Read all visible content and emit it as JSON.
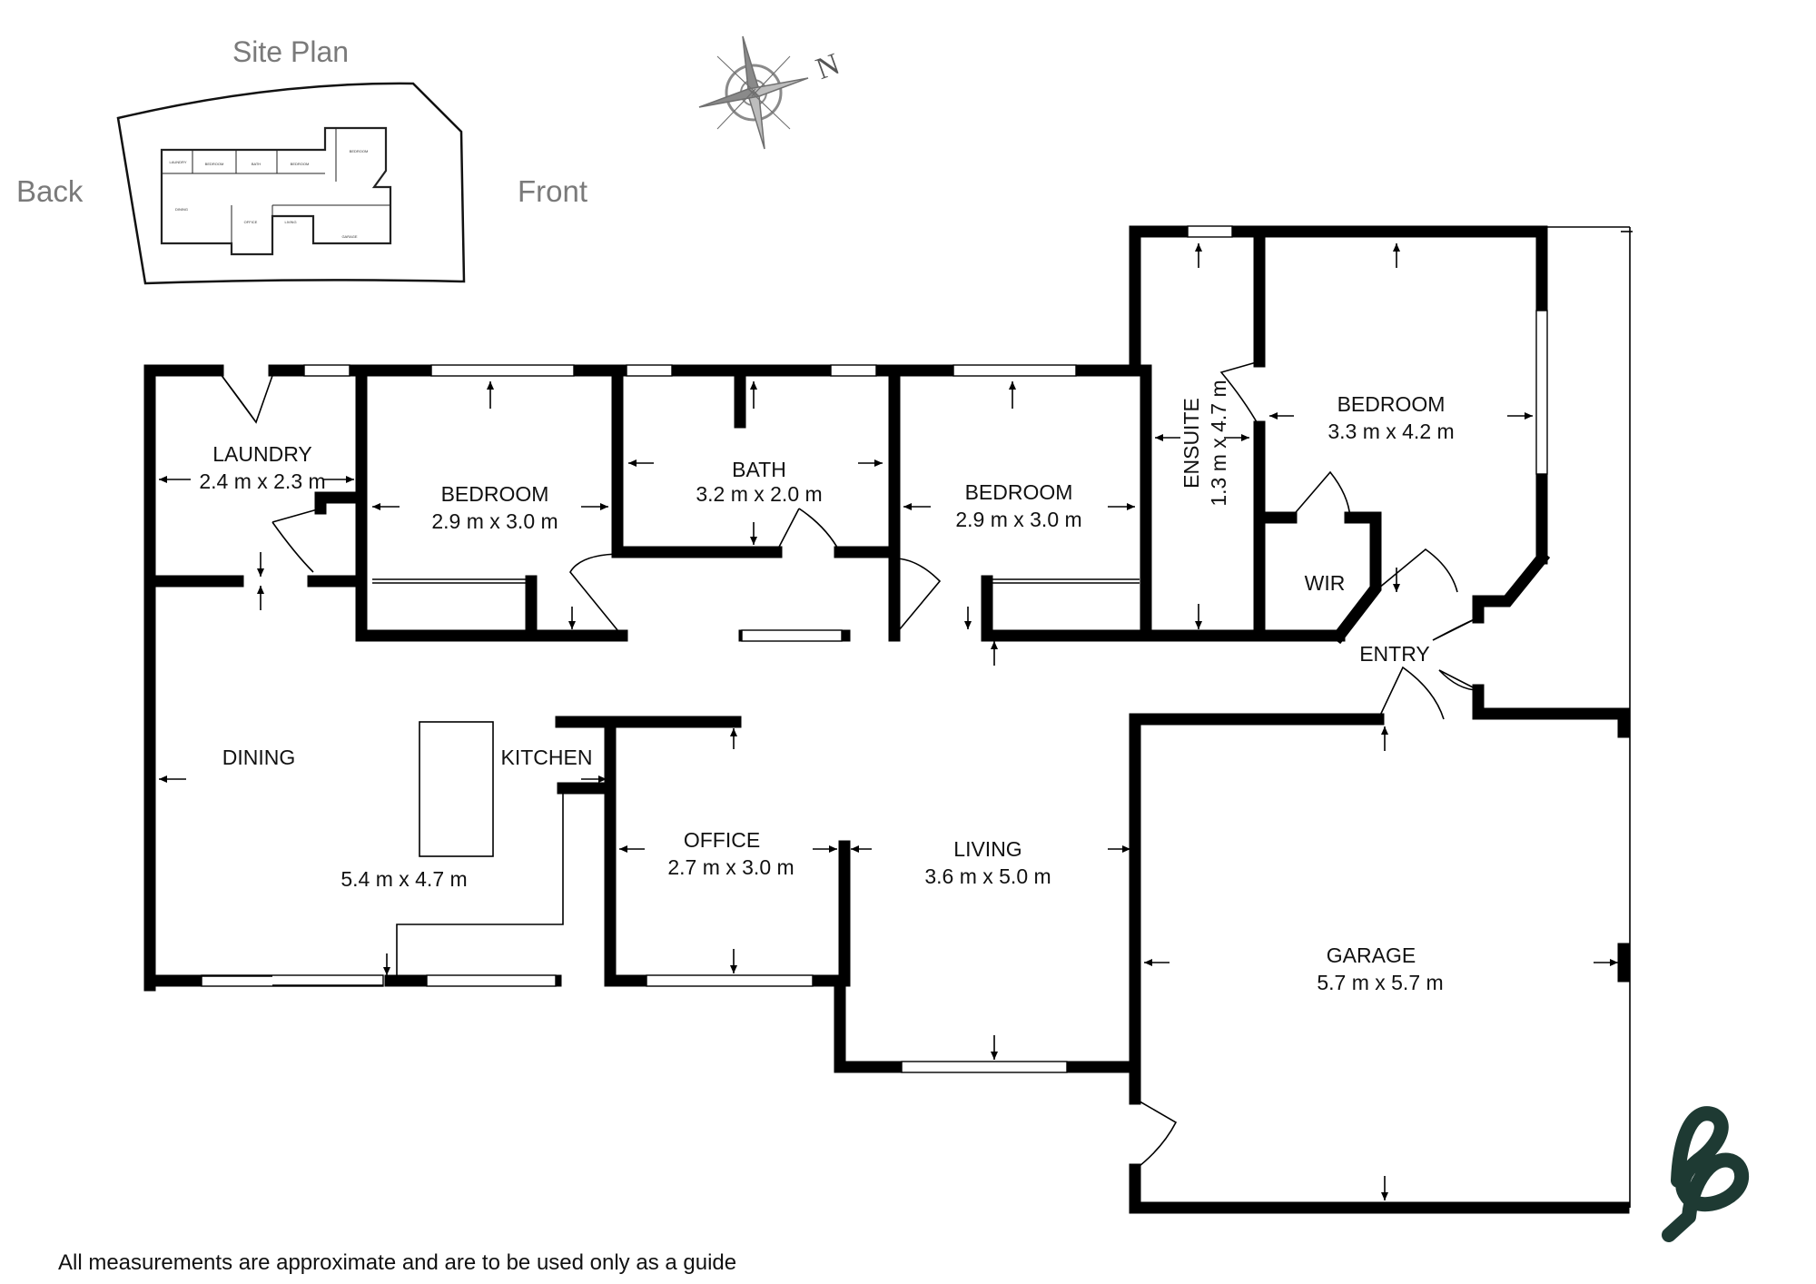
{
  "site_plan": {
    "title": "Site Plan",
    "back_label": "Back",
    "front_label": "Front"
  },
  "compass": {
    "north_label": "N"
  },
  "rooms": {
    "laundry": {
      "name": "LAUNDRY",
      "size": "2.4 m x 2.3 m"
    },
    "bedroom2": {
      "name": "BEDROOM",
      "size": "2.9 m x 3.0 m"
    },
    "bath": {
      "name": "BATH",
      "size": "3.2 m x 2.0 m"
    },
    "bedroom3": {
      "name": "BEDROOM",
      "size": "2.9 m x 3.0 m"
    },
    "ensuite": {
      "name": "ENSUITE",
      "size": "1.3 m x 4.7 m"
    },
    "bedroom1": {
      "name": "BEDROOM",
      "size": "3.3 m x 4.2 m"
    },
    "wir": {
      "name": "WIR"
    },
    "entry": {
      "name": "ENTRY"
    },
    "dining": {
      "name": "DINING",
      "size": "5.4 m x 4.7 m"
    },
    "kitchen": {
      "name": "KITCHEN"
    },
    "office": {
      "name": "OFFICE",
      "size": "2.7 m x 3.0 m"
    },
    "living": {
      "name": "LIVING",
      "size": "3.6 m x 5.0 m"
    },
    "garage": {
      "name": "GARAGE",
      "size": "5.7 m x 5.7 m"
    }
  },
  "disclaimer": "All measurements are approximate and are to be used only as a guide",
  "brand": {
    "logo_letter": "b",
    "logo_color": "#1e3a33"
  },
  "colors": {
    "wall": "#000000",
    "label_gray": "#7a7a7a"
  }
}
